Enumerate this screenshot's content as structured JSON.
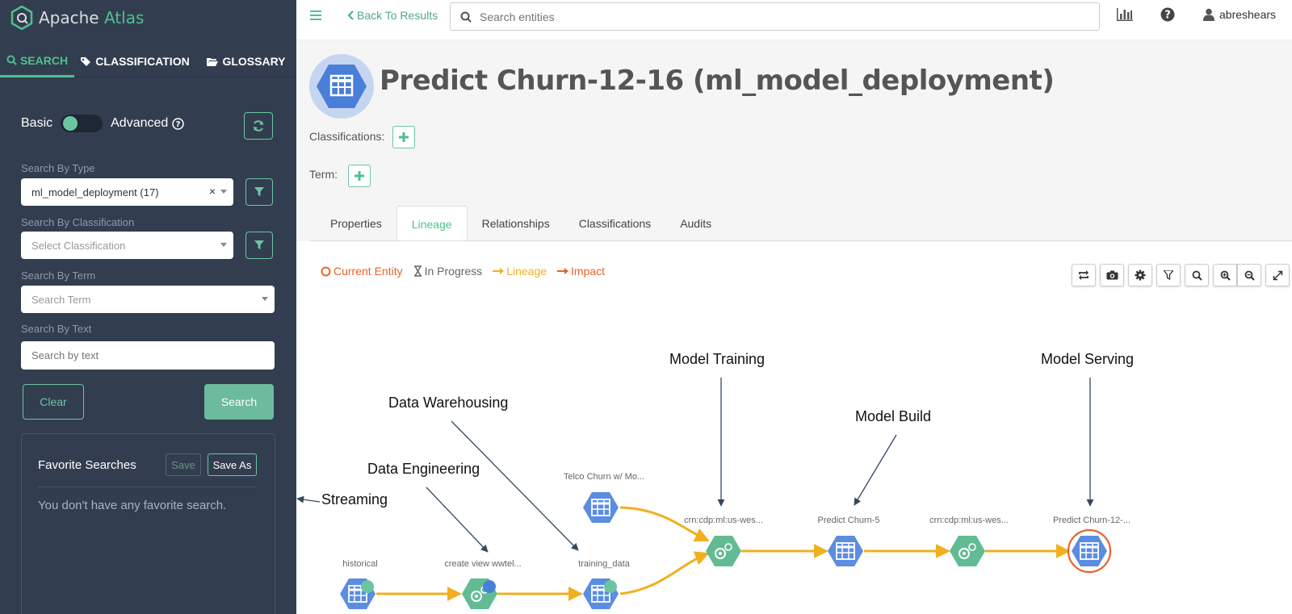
{
  "app": {
    "brand_prefix": "Apache",
    "brand_accent": "Atlas",
    "accent_color": "#4fc08d"
  },
  "sidebar": {
    "tabs": [
      {
        "label": "SEARCH",
        "icon": "search-icon",
        "active": true
      },
      {
        "label": "CLASSIFICATION",
        "icon": "tag-icon",
        "active": false
      },
      {
        "label": "GLOSSARY",
        "icon": "folder-open-icon",
        "active": false
      }
    ],
    "toggle": {
      "left_label": "Basic",
      "right_label": "Advanced"
    },
    "search_by_type": {
      "label": "Search By Type",
      "value": "ml_model_deployment (17)"
    },
    "search_by_classification": {
      "label": "Search By Classification",
      "placeholder": "Select Classification"
    },
    "search_by_term": {
      "label": "Search By Term",
      "placeholder": "Search Term"
    },
    "search_by_text": {
      "label": "Search By Text",
      "placeholder": "Search by text"
    },
    "clear_label": "Clear",
    "search_label": "Search",
    "favorites": {
      "title": "Favorite Searches",
      "save_label": "Save",
      "save_as_label": "Save As",
      "empty_text": "You don't have any favorite search."
    }
  },
  "topbar": {
    "back_label": "Back To Results",
    "search_placeholder": "Search entities",
    "username": "abreshears"
  },
  "entity": {
    "title": "Predict Churn-12-16 (ml_model_deployment)",
    "classifications_label": "Classifications:",
    "term_label": "Term:"
  },
  "detail_tabs": [
    {
      "label": "Properties",
      "active": false
    },
    {
      "label": "Lineage",
      "active": true
    },
    {
      "label": "Relationships",
      "active": false
    },
    {
      "label": "Classifications",
      "active": false
    },
    {
      "label": "Audits",
      "active": false
    }
  ],
  "legend": {
    "current_entity": {
      "label": "Current Entity",
      "color": "#e8632b"
    },
    "in_progress": {
      "label": "In Progress",
      "color": "#666666"
    },
    "lineage": {
      "label": "Lineage",
      "color": "#f0b020"
    },
    "impact": {
      "label": "Impact",
      "color": "#e8632b"
    }
  },
  "toolbar_icons": [
    "refresh-icon",
    "camera-icon",
    "settings-icon",
    "filter-icon",
    "search-icon",
    "zoom-in-icon",
    "zoom-out-icon",
    "fullscreen-icon"
  ],
  "lineage": {
    "nodes": [
      {
        "id": "historical",
        "label": "historical",
        "kind": "dataset"
      },
      {
        "id": "create_view",
        "label": "create view wwtel...",
        "kind": "process"
      },
      {
        "id": "training_data",
        "label": "training_data",
        "kind": "dataset"
      },
      {
        "id": "telco",
        "label": "Telco Churn w/ Mo...",
        "kind": "dataset"
      },
      {
        "id": "crn1",
        "label": "crn:cdp:ml:us-wes...",
        "kind": "process"
      },
      {
        "id": "predict5",
        "label": "Predict Churn-5",
        "kind": "dataset"
      },
      {
        "id": "crn2",
        "label": "crn:cdp:ml:us-wes...",
        "kind": "process"
      },
      {
        "id": "predict12",
        "label": "Predict Churn-12-...",
        "kind": "dataset",
        "current": true
      }
    ],
    "annotations": {
      "streaming": "Streaming",
      "data_engineering": "Data Engineering",
      "data_warehousing": "Data Warehousing",
      "model_training": "Model Training",
      "model_build": "Model Build",
      "model_serving": "Model Serving"
    },
    "colors": {
      "dataset": "#5b8de0",
      "process": "#62bb93",
      "edge": "#f0b020",
      "current_ring": "#e8632b"
    }
  }
}
